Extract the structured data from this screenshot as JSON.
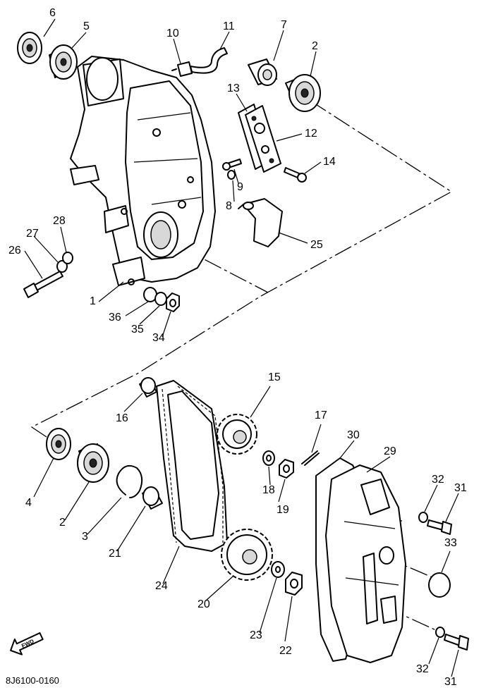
{
  "diagram": {
    "labels": [
      "1",
      "2",
      "3",
      "4",
      "5",
      "6",
      "7",
      "8",
      "9",
      "10",
      "11",
      "12",
      "13",
      "14",
      "15",
      "16",
      "17",
      "18",
      "19",
      "20",
      "21",
      "22",
      "23",
      "24",
      "25",
      "26",
      "27",
      "28",
      "29",
      "30",
      "31",
      "32",
      "33",
      "34",
      "35",
      "36"
    ],
    "code": "8J6100-0160",
    "arrow_text": "FWD"
  }
}
